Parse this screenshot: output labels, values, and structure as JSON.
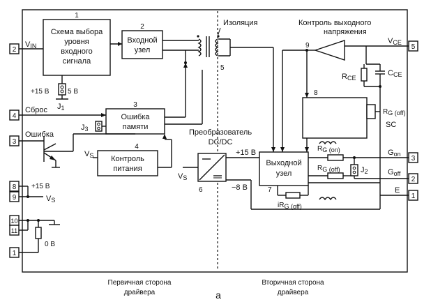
{
  "blocks": {
    "level_select": {
      "number": "1",
      "lines": [
        "Схема выбора",
        "уровня",
        "входного",
        "сигнала"
      ]
    },
    "input_node": {
      "number": "2",
      "lines": [
        "Входной",
        "узел"
      ]
    },
    "memory_error": {
      "number": "3",
      "lines": [
        "Ошибка",
        "памяти"
      ]
    },
    "power_control": {
      "number": "4",
      "lines": [
        "Контроль",
        "питания"
      ]
    },
    "dcdc": {
      "number": "6",
      "title": [
        "Преобразователь",
        "DC/DC"
      ]
    },
    "output_node": {
      "number": "7",
      "lines": [
        "Выходной",
        "узел"
      ]
    },
    "block8": {
      "number": "8"
    },
    "comparator": {
      "number": "9"
    },
    "isolation": {
      "number": "5",
      "label": "Изоляция"
    }
  },
  "header": {
    "output_voltage_control": [
      "Контроль выходного",
      "напряжения"
    ]
  },
  "pins": {
    "left": [
      {
        "num": "2",
        "label": "V",
        "sub": "IN"
      },
      {
        "num": "4",
        "label": "Сброс"
      },
      {
        "num": "3",
        "label": "Ошибка"
      },
      {
        "num": "8",
        "label": "+15 В"
      },
      {
        "num": "9",
        "label": "V",
        "sub": "S"
      },
      {
        "num": "10"
      },
      {
        "num": "11"
      },
      {
        "num": "1"
      }
    ],
    "right": [
      {
        "num": "5",
        "label": "V",
        "sub": "CE"
      },
      {
        "num": "3",
        "label": "G",
        "sub": "on"
      },
      {
        "num": "2",
        "label": "G",
        "sub": "off"
      },
      {
        "num": "1",
        "label": "E"
      }
    ]
  },
  "labels": {
    "j1_plus15": "+15 В",
    "j1_5v": "5 В",
    "j1": "J",
    "j1_sub": "1",
    "j3": "J",
    "j3_sub": "3",
    "vs_power": "V",
    "vs_power_sub": "S",
    "vs_dcdc": "V",
    "vs_dcdc_sub": "S",
    "plus15_secondary": "+15 В",
    "minus8_secondary": "−8 В",
    "zero_v": "0 В",
    "rce": "R",
    "rce_sub": "CE",
    "cce": "C",
    "cce_sub": "CE",
    "rg_off_sc": "R",
    "rg_off_sc_sub": "G (off)",
    "sc": "SC",
    "rg_on": "R",
    "rg_on_sub": "G (on)",
    "rg_off": "R",
    "rg_off_sub": "G (off)",
    "j2": "J",
    "j2_sub": "2",
    "irg_off": "iR",
    "irg_off_sub": "G (off)"
  },
  "footer": {
    "primary_side": [
      "Первичная сторона",
      "драйвера"
    ],
    "secondary_side": [
      "Вторичная сторона",
      "драйвера"
    ],
    "figure_letter": "а"
  }
}
